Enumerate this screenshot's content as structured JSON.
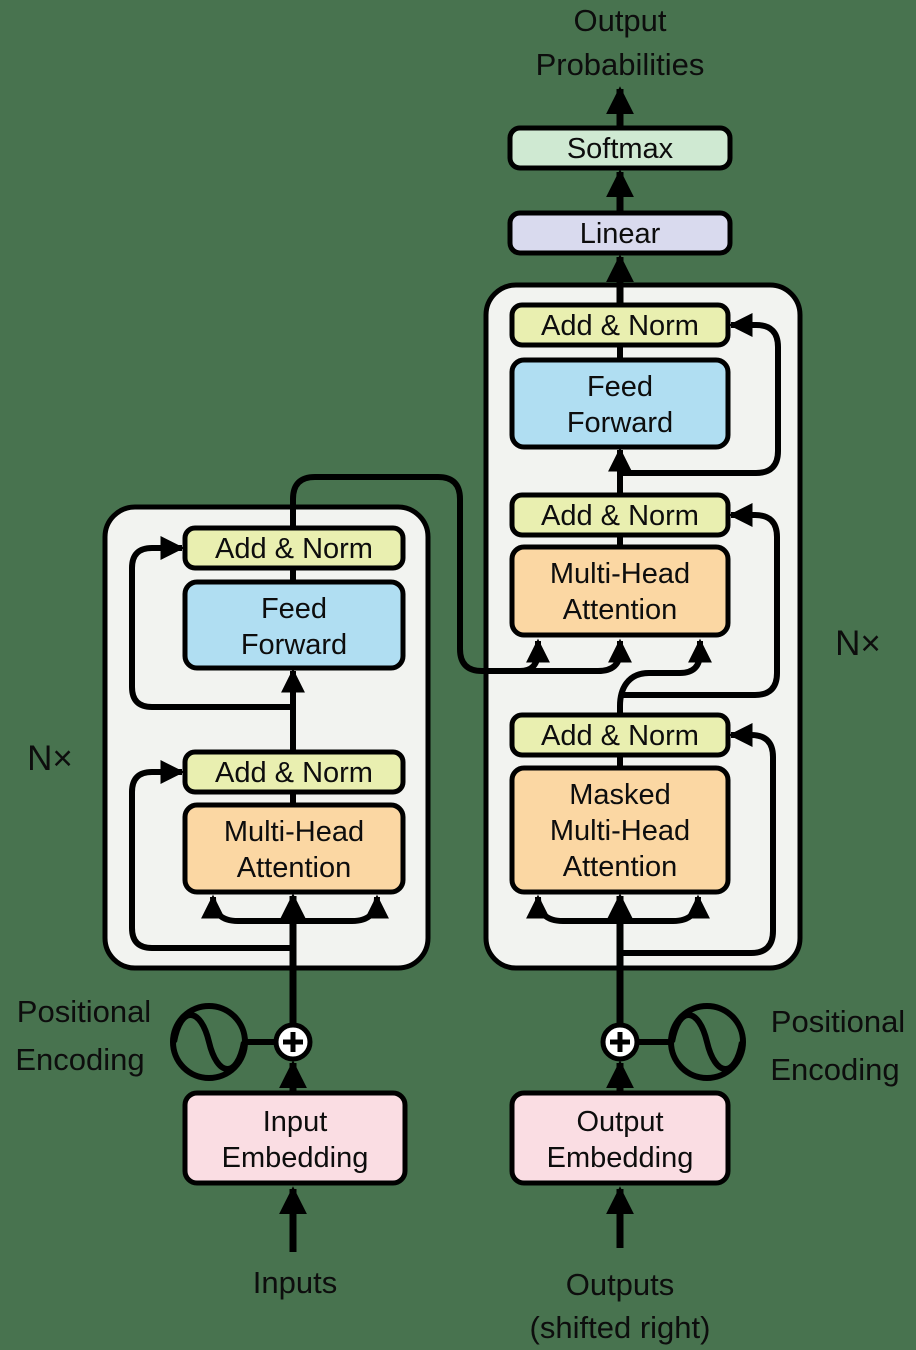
{
  "colors": {
    "background": "#48734F",
    "container_fill": "#F2F3F0",
    "add_norm_fill": "#E9EFB0",
    "feed_forward_fill": "#B0DEF2",
    "attention_fill": "#FBD7A3",
    "embedding_fill": "#FADDE3",
    "softmax_fill": "#CFE9D2",
    "linear_fill": "#D9DAEE",
    "plus_fill": "#FFFFFF",
    "line_color": "#000000"
  },
  "output_head": {
    "line1": "Output",
    "line2": "Probabilities",
    "softmax": "Softmax",
    "linear": "Linear"
  },
  "encoder": {
    "repeat_label": "N×",
    "add_norm_top": "Add & Norm",
    "feed_forward": {
      "line1": "Feed",
      "line2": "Forward"
    },
    "add_norm_bottom": "Add & Norm",
    "attention": {
      "line1": "Multi-Head",
      "line2": "Attention"
    },
    "embedding": {
      "line1": "Input",
      "line2": "Embedding"
    },
    "positional_encoding": {
      "line1": "Positional",
      "line2": "Encoding"
    },
    "input_label": "Inputs"
  },
  "decoder": {
    "repeat_label": "N×",
    "add_norm_top": "Add & Norm",
    "feed_forward": {
      "line1": "Feed",
      "line2": "Forward"
    },
    "add_norm_mid": "Add & Norm",
    "attention": {
      "line1": "Multi-Head",
      "line2": "Attention"
    },
    "add_norm_bottom": "Add & Norm",
    "masked_attention": {
      "line1": "Masked",
      "line2": "Multi-Head",
      "line3": "Attention"
    },
    "embedding": {
      "line1": "Output",
      "line2": "Embedding"
    },
    "positional_encoding": {
      "line1": "Positional",
      "line2": "Encoding"
    },
    "output_label": {
      "line1": "Outputs",
      "line2": "(shifted right)"
    }
  }
}
